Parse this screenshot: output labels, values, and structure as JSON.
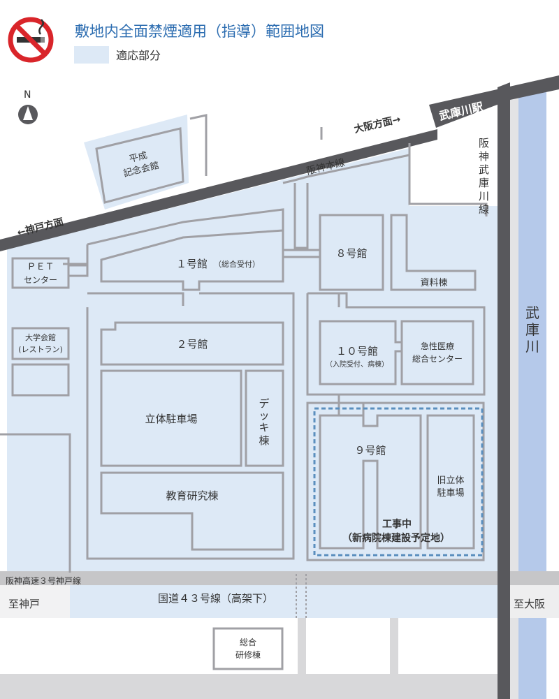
{
  "header": {
    "title": "敷地内全面禁煙適用（指導）範囲地図",
    "legend_label": "適応部分",
    "no_smoking_icon": "no-smoking-icon"
  },
  "compass": {
    "label": "N",
    "icon": "north-arrow-icon"
  },
  "colors": {
    "area": "#dde9f6",
    "building_stroke": "#a0a0a5",
    "rail": "#58585c",
    "road": "#c8c8ca",
    "river": "#b5c9ea",
    "construction": "#5b8fbe",
    "title": "#2b6cb0",
    "icon_red": "#d9252a"
  },
  "labels": {
    "station": "武庫川駅",
    "osaka_dir": "大阪方面→",
    "kobe_dir": "←神戸方面",
    "hanshin_line": "阪神本線",
    "mukogawa_line": "阪神武庫川線",
    "river": "武庫川",
    "expressway": "阪神高速３号神戸線",
    "route43": "国道４３号線（高架下）",
    "to_kobe": "至神戸",
    "to_osaka": "至大阪"
  },
  "buildings": {
    "heisei": [
      "平成",
      "記念会館"
    ],
    "pet": [
      "ＰＥＴ",
      "センター"
    ],
    "daigaku": [
      "大学会館",
      "(レストラン)"
    ],
    "kan1": "１号館",
    "kan1_note": "（総合受付）",
    "kan8": "８号館",
    "shiryo": "資料棟",
    "kan2": "２号館",
    "kan10": "１０号館",
    "kan10_note": "（入院受付、病棟）",
    "kyusei": [
      "急性医療",
      "総合センター"
    ],
    "rittai": "立体駐車場",
    "deck": [
      "デ",
      "ッ",
      "キ",
      "棟"
    ],
    "kan9": "９号館",
    "old_parking": [
      "旧立体",
      "駐車場"
    ],
    "kyoiku": "教育研究棟",
    "construction": [
      "工事中",
      "（新病院棟建設予定地）"
    ],
    "kenshu": [
      "総合",
      "研修棟"
    ]
  }
}
